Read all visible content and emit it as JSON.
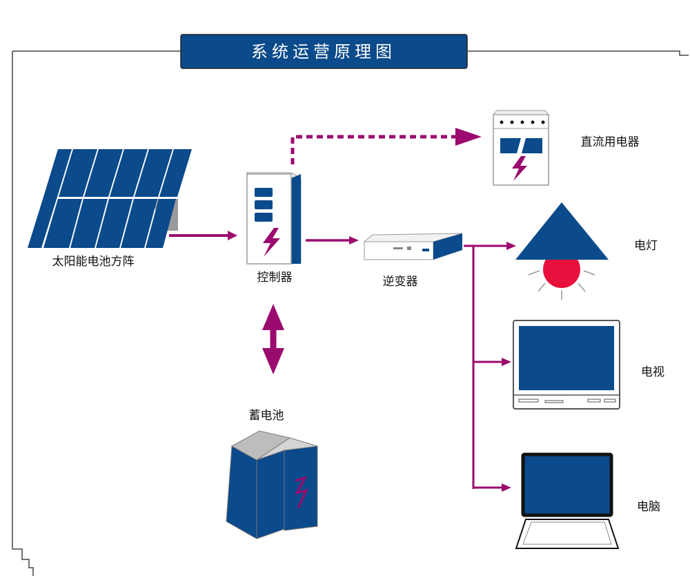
{
  "title": "系统运营原理图",
  "colors": {
    "primary_blue": "#0b4a8b",
    "arrow_magenta": "#9b0a6e",
    "lamp_red": "#e8103c",
    "frame": "#444444",
    "panel_grey": "#9a9a9a"
  },
  "nodes": {
    "solar_array": "太阳能电池方阵",
    "controller": "控制器",
    "inverter": "逆变器",
    "battery": "蓄电池",
    "dc_appliance": "直流用电器",
    "lamp": "电灯",
    "tv": "电视",
    "computer": "电脑"
  },
  "icons": {
    "solar_array": "solar-panel-icon",
    "controller": "controller-icon",
    "inverter": "inverter-icon",
    "battery": "battery-icon",
    "dc_appliance": "dc-appliance-icon",
    "lamp": "lamp-icon",
    "tv": "tv-icon",
    "computer": "laptop-icon"
  },
  "connections": [
    {
      "from": "solar_array",
      "to": "controller",
      "style": "solid",
      "direction": "forward"
    },
    {
      "from": "controller",
      "to": "dc_appliance",
      "style": "dashed",
      "direction": "forward"
    },
    {
      "from": "controller",
      "to": "inverter",
      "style": "solid",
      "direction": "forward"
    },
    {
      "from": "controller",
      "to": "battery",
      "style": "solid",
      "direction": "bidirectional"
    },
    {
      "from": "inverter",
      "to": "lamp",
      "style": "solid",
      "direction": "forward"
    },
    {
      "from": "inverter",
      "to": "tv",
      "style": "solid",
      "direction": "forward"
    },
    {
      "from": "inverter",
      "to": "computer",
      "style": "solid",
      "direction": "forward"
    }
  ]
}
